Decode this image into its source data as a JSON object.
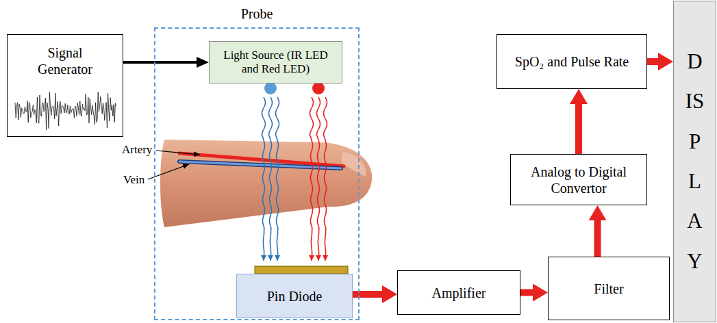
{
  "diagram": {
    "nodes": [
      {
        "text": [
          "Signal Generator"
        ]
      },
      {
        "text": [
          "Probe"
        ]
      },
      {
        "text": [
          "Light Source (IR LED and Red LED)"
        ],
        "in": 1
      },
      {
        "text": [
          "Pin Diode"
        ],
        "in": 1
      },
      {
        "text": [
          "Amplifier"
        ]
      },
      {
        "text": [
          "Filter"
        ]
      },
      {
        "text": [
          "Analog to Digital Convertor"
        ]
      },
      {
        "text": [
          "SpO₂ and Pulse Rate"
        ]
      },
      {
        "text": [
          "DISPLAY"
        ]
      }
    ],
    "edges": [
      {
        "from": 0,
        "to": 2,
        "arrow": "to"
      },
      {
        "from": 3,
        "to": 4,
        "arrow": "to"
      },
      {
        "from": 4,
        "to": 5,
        "arrow": "to"
      },
      {
        "from": 5,
        "to": 6,
        "arrow": "to"
      },
      {
        "from": 6,
        "to": 7,
        "arrow": "to"
      },
      {
        "from": 7,
        "to": 8,
        "arrow": "to"
      }
    ],
    "labels": [
      "Artery",
      "Vein"
    ]
  }
}
